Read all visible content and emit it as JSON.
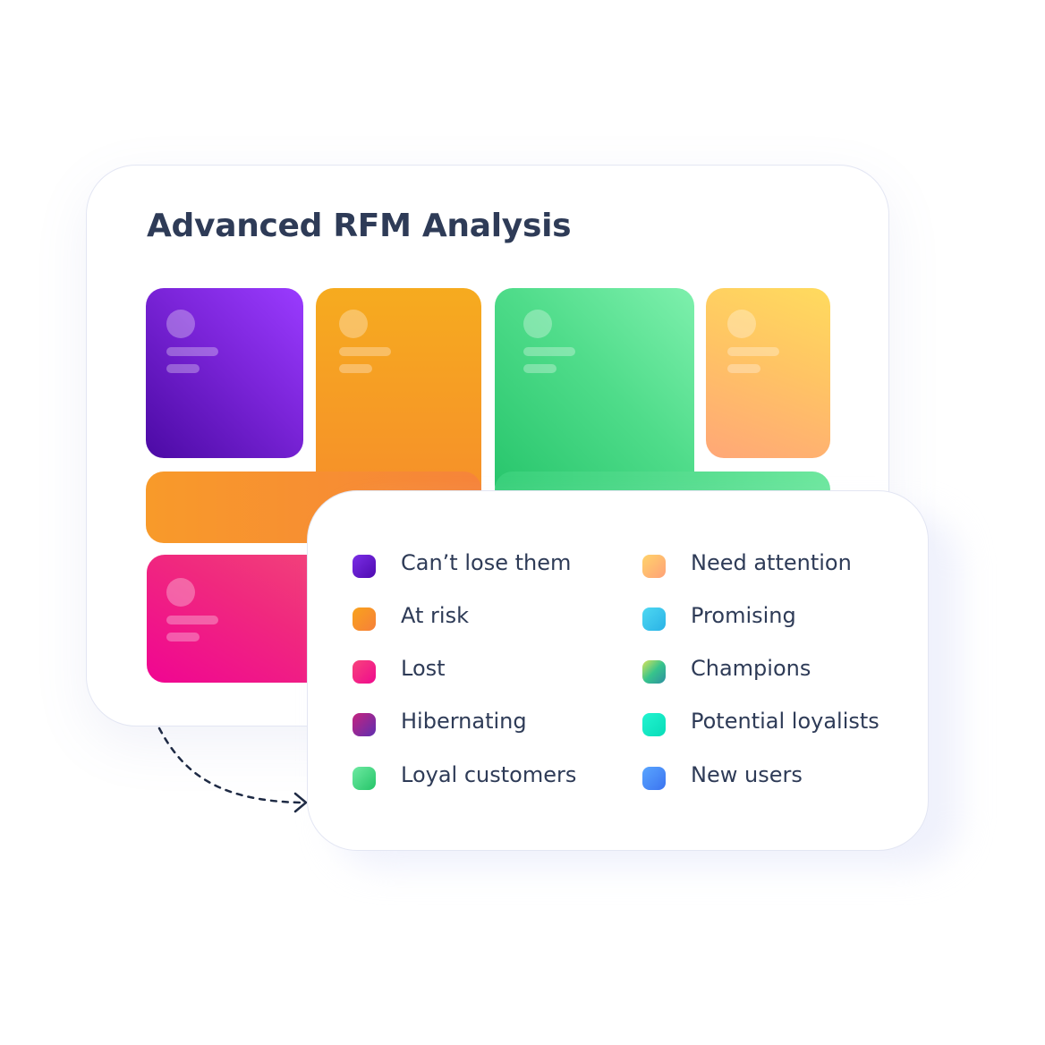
{
  "title": "Advanced RFM Analysis",
  "legend": {
    "items": [
      {
        "label": "Can’t lose them",
        "color": "#6a1fd0"
      },
      {
        "label": "At risk",
        "color": "#f7901e"
      },
      {
        "label": "Lost",
        "color": "#f0277a"
      },
      {
        "label": "Hibernating",
        "color": "#8a2a9b"
      },
      {
        "label": "Loyal customers",
        "color": "#3ed67c"
      },
      {
        "label": "Need attention",
        "color": "#fdb866"
      },
      {
        "label": "Promising",
        "color": "#38c8ec"
      },
      {
        "label": "Champions",
        "color": "#6cc08c"
      },
      {
        "label": "Potential loyalists",
        "color": "#16e7c8"
      },
      {
        "label": "New users",
        "color": "#4d8ffc"
      }
    ]
  },
  "colors": {
    "title_text": "#2e3b57",
    "border": "#e3e6f3",
    "arrow": "#1e2a44"
  }
}
